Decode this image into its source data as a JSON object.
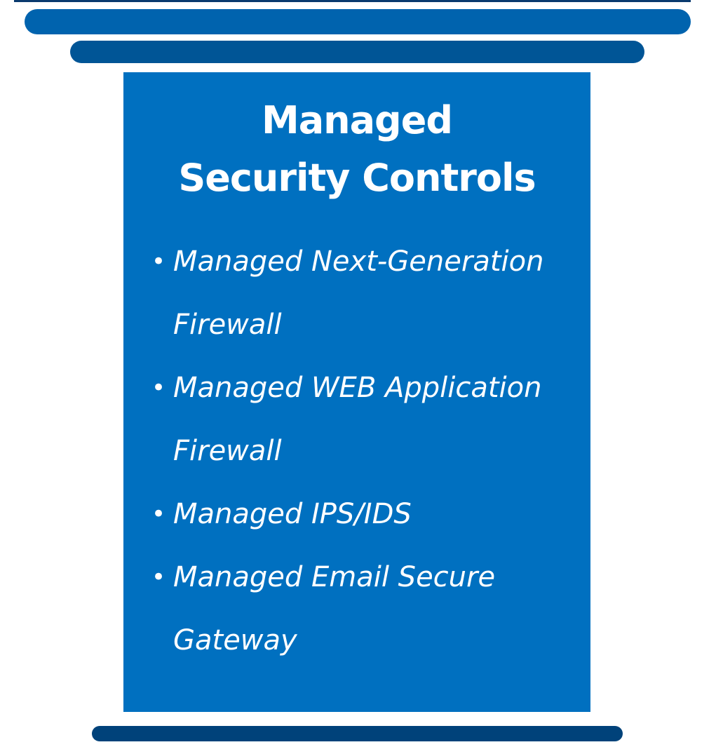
{
  "title_line1": "Managed",
  "title_line2": "Security Controls",
  "bullet": "•",
  "items": [
    {
      "line1": "Managed Next-Generation",
      "line2": "Firewall"
    },
    {
      "line1": "Managed WEB Application",
      "line2": "Firewall"
    },
    {
      "line1": "Managed IPS/IDS"
    },
    {
      "line1": "Managed Email Secure",
      "line2": "Gateway"
    }
  ],
  "colors": {
    "panel": "#0070c0",
    "bar1": "#0063ae",
    "bar2": "#005596",
    "base": "#00427a"
  }
}
